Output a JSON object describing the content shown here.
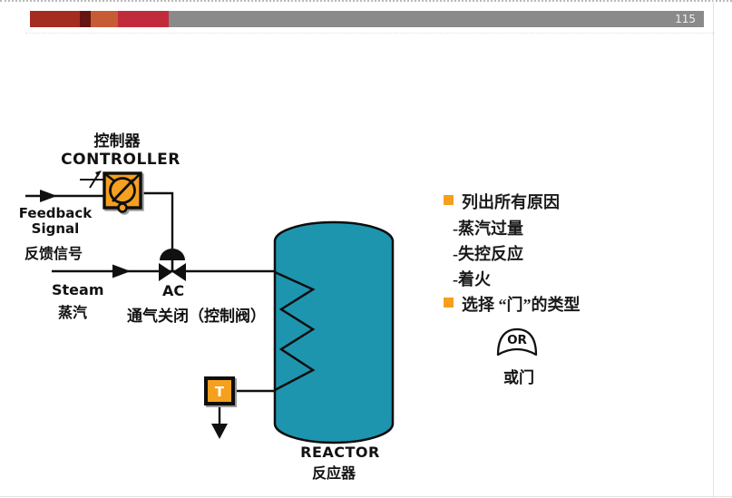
{
  "page_number": "115",
  "colors": {
    "accent_orange": "#F5A01E",
    "reactor_teal": "#1E95AF",
    "header_gray": "#8A8A8A",
    "header_blocks": [
      "#A52C21",
      "#671511",
      "#C75B36",
      "#C22B3C"
    ]
  },
  "diagram": {
    "controller_title_zh": "控制器",
    "controller_title_en": "CONTROLLER",
    "feedback_line1": "Feedback",
    "feedback_line2": "Signal",
    "feedback_zh": "反馈信号",
    "steam_en": "Steam",
    "steam_zh": "蒸汽",
    "valve_tag": "AC",
    "valve_caption": "通气关闭（控制阀）",
    "sensor_label": "T",
    "reactor_en": "REACTOR",
    "reactor_zh": "反应器"
  },
  "notes": {
    "items": [
      {
        "bullet": true,
        "text": "列出所有原因"
      },
      {
        "bullet": false,
        "text": "-蒸汽过量"
      },
      {
        "bullet": false,
        "text": "-失控反应"
      },
      {
        "bullet": false,
        "text": "-着火"
      },
      {
        "bullet": true,
        "text": "选择 “门”的类型"
      }
    ],
    "gate_label": "OR",
    "gate_caption": "或门"
  }
}
